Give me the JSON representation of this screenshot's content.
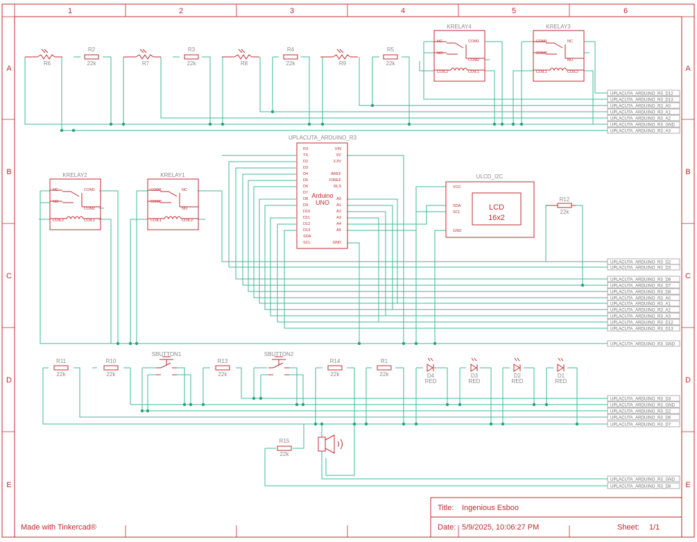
{
  "grid": {
    "columns": [
      "1",
      "2",
      "3",
      "4",
      "5",
      "6"
    ],
    "rows": [
      "A",
      "B",
      "C",
      "D",
      "E"
    ]
  },
  "colors": {
    "frame": "#c0272d",
    "wire": "#3fb795",
    "junction": "#1fa57a",
    "label": "#8a8a8a"
  },
  "resistors_top": [
    {
      "name": "R6",
      "value": ""
    },
    {
      "name": "R2",
      "value": "22k"
    },
    {
      "name": "R7",
      "value": ""
    },
    {
      "name": "R3",
      "value": "22k"
    },
    {
      "name": "R8",
      "value": ""
    },
    {
      "name": "R4",
      "value": "22k"
    },
    {
      "name": "R9",
      "value": ""
    },
    {
      "name": "R5",
      "value": "22k"
    }
  ],
  "relays": [
    {
      "name": "KRELAY4",
      "pins": [
        "NC",
        "COM1",
        "NO",
        "COM2",
        "COIL2",
        "COIL1"
      ]
    },
    {
      "name": "KRELAY3",
      "pins": [
        "COM1",
        "NC",
        "COM2",
        "NO",
        "COIL1",
        "COIL2"
      ]
    },
    {
      "name": "KRELAY2",
      "pins": [
        "NC",
        "COM1",
        "NO",
        "COM2",
        "COIL2",
        "COIL1"
      ]
    },
    {
      "name": "KRELAY1",
      "pins": [
        "COM1",
        "NC",
        "COM2",
        "NO",
        "COIL1",
        "COIL2"
      ]
    }
  ],
  "arduino": {
    "name": "UPLACUTA_ARDUINO_R3",
    "center_line1": "Arduino",
    "center_line2": "UNO",
    "left_pins": [
      "RX",
      "TX",
      "D2",
      "D3",
      "D4",
      "D5",
      "D6",
      "D7",
      "D8",
      "D9",
      "D10",
      "D11",
      "D12",
      "D13",
      "SDA",
      "SCL"
    ],
    "right_pins": [
      "VIN",
      "5V",
      "3.3V",
      "AREF",
      "IOREF",
      "RLS",
      "A0",
      "A1",
      "A2",
      "A3",
      "A4",
      "A5",
      "GND"
    ]
  },
  "lcd": {
    "name": "ULCD_I2C",
    "pins": [
      "VCC",
      "SDA",
      "SCL",
      "GND"
    ],
    "label_line1": "LCD",
    "label_line2": "16x2"
  },
  "r12": {
    "name": "R12",
    "value": "22k"
  },
  "bottom_parts": [
    {
      "name": "R11",
      "value": "22k"
    },
    {
      "name": "R10",
      "value": "22k"
    },
    {
      "name": "SBUTTON1",
      "value": ""
    },
    {
      "name": "R13",
      "value": "22k"
    },
    {
      "name": "SBUTTON2",
      "value": ""
    },
    {
      "name": "R14",
      "value": "22k"
    },
    {
      "name": "R1",
      "value": "22k"
    }
  ],
  "leds": [
    {
      "name": "D4",
      "value": "RED"
    },
    {
      "name": "D3",
      "value": "RED"
    },
    {
      "name": "D2",
      "value": "RED"
    },
    {
      "name": "D1",
      "value": "RED"
    }
  ],
  "r15": {
    "name": "R15",
    "value": "22k"
  },
  "net_labels_top": [
    "UPLACUTA_ARDUINO_R3_D12",
    "UPLACUTA_ARDUINO_R3_D13",
    "UPLACUTA_ARDUINO_R3_A0",
    "UPLACUTA_ARDUINO_R3_A1",
    "UPLACUTA_ARDUINO_R3_A2",
    "UPLACUTA_ARDUINO_R3_GND",
    "UPLACUTA_ARDUINO_R3_A3"
  ],
  "net_labels_mid": [
    "UPLACUTA_ARDUINO_R3_D2",
    "UPLACUTA_ARDUINO_R3_D3",
    "UPLACUTA_ARDUINO_R3_D6",
    "UPLACUTA_ARDUINO_R3_D7",
    "UPLACUTA_ARDUINO_R3_D8",
    "UPLACUTA_ARDUINO_R3_A0",
    "UPLACUTA_ARDUINO_R3_A1",
    "UPLACUTA_ARDUINO_R3_A2",
    "UPLACUTA_ARDUINO_R3_A3",
    "UPLACUTA_ARDUINO_R3_D12",
    "UPLACUTA_ARDUINO_R3_D13"
  ],
  "net_label_gnd_mid": "UPLACUTA_ARDUINO_R3_GND",
  "net_labels_bottom": [
    "UPLACUTA_ARDUINO_R3_D3",
    "UPLACUTA_ARDUINO_R3_GND",
    "UPLACUTA_ARDUINO_R3_D2",
    "UPLACUTA_ARDUINO_R3_D6",
    "UPLACUTA_ARDUINO_R3_D7"
  ],
  "net_labels_e": [
    "UPLACUTA_ARDUINO_R3_GND",
    "UPLACUTA_ARDUINO_R3_D8"
  ],
  "title_block": {
    "title_label": "Title:",
    "title": "Ingenious Esboo",
    "date_label": "Date:",
    "date": "5/9/2025, 10:06:27 PM",
    "sheet_label": "Sheet:",
    "sheet": "1/1"
  },
  "footer": "Made with Tinkercad®"
}
